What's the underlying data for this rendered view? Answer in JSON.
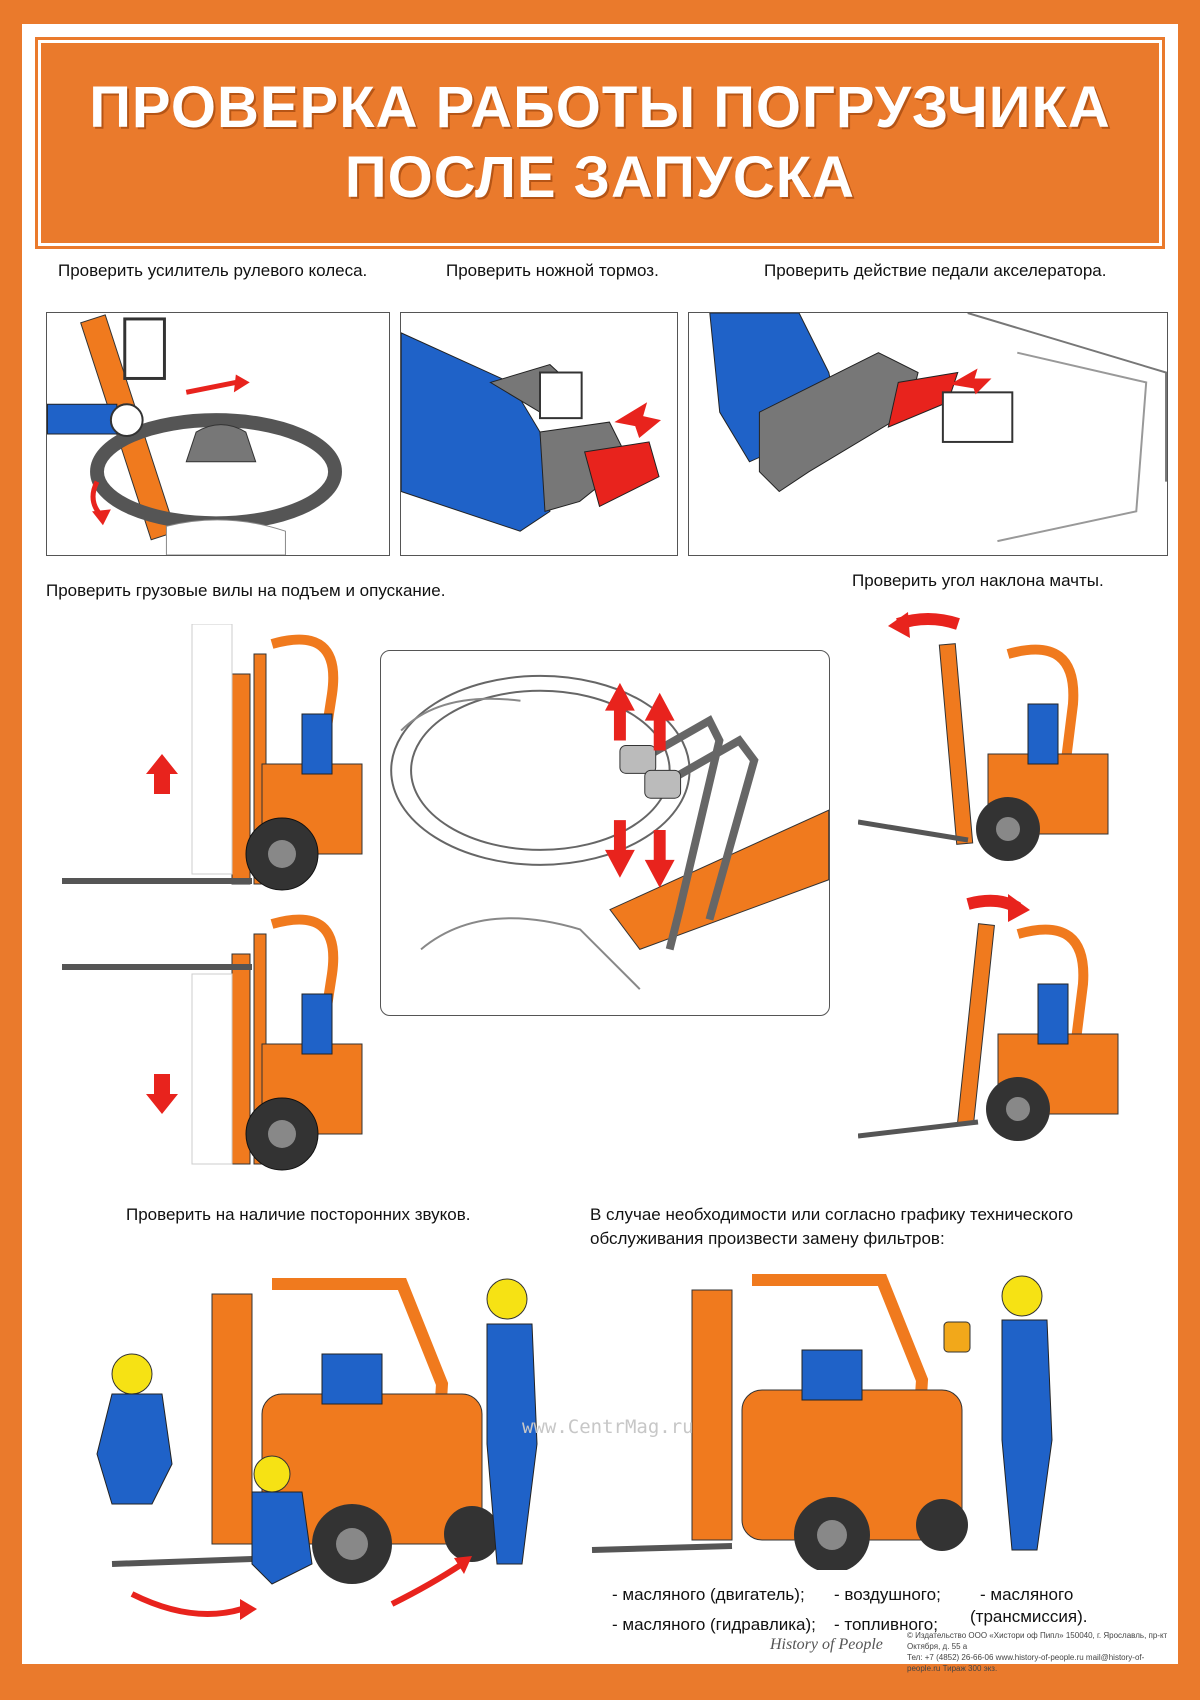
{
  "title": {
    "line1": "ПРОВЕРКА РАБОТЫ ПОГРУЗЧИКА",
    "line2": "ПОСЛЕ ЗАПУСКА"
  },
  "captions": {
    "steering": "Проверить усилитель рулевого колеса.",
    "brake": "Проверить ножной тормоз.",
    "accelerator": "Проверить действие педали акселератора.",
    "forks": "Проверить грузовые вилы на подъем и опускание.",
    "mast": "Проверить угол наклона мачты.",
    "sounds": "Проверить на наличие посторонних звуков.",
    "filters_line1": "В случае необходимости или согласно графику технического",
    "filters_line2": "обслуживания произвести замену фильтров:"
  },
  "filters": {
    "oil_engine": "- масляного (двигатель);",
    "air": "- воздушного;",
    "oil_transmission_1": "- масляного",
    "oil_transmission_2": "(трансмиссия).",
    "oil_hydraulics": "- масляного (гидравлика);",
    "fuel": "- топливного;"
  },
  "watermark": "www.CentrMag.ru",
  "footer": {
    "logo": "History of People",
    "line1": "© Издательство ООО «Хистори оф Пипл» 150040, г. Ярославль, пр-кт Октября, д. 55 а",
    "line2": "Тел: +7 (4852) 26-66-06 www.history-of-people.ru mail@history-of-people.ru Тираж 300 экз."
  },
  "colors": {
    "brand_orange": "#ea7a2c",
    "forklift_orange": "#f07a1e",
    "worker_blue": "#1f62c8",
    "arrow_red": "#e8231d",
    "helmet_yellow": "#f6e214"
  }
}
